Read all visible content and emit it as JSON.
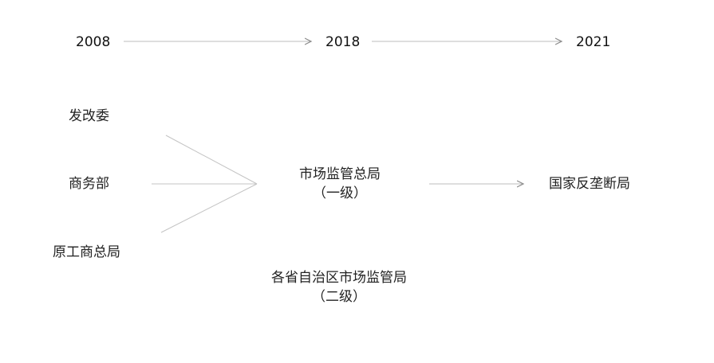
{
  "colors": {
    "background": "#ffffff",
    "text": "#222222",
    "line": "#bdbdbd",
    "arrow": "#8a8a8a"
  },
  "timeline": {
    "years": [
      "2008",
      "2018",
      "2021"
    ]
  },
  "predecessors": [
    "发改委",
    "商务部",
    "原工商总局"
  ],
  "merged": {
    "name": "市场监管总局",
    "level": "（一级）"
  },
  "provincial": {
    "name": "各省自治区市场监管局",
    "level": "（二级）"
  },
  "successor": {
    "name": "国家反垄断局"
  }
}
